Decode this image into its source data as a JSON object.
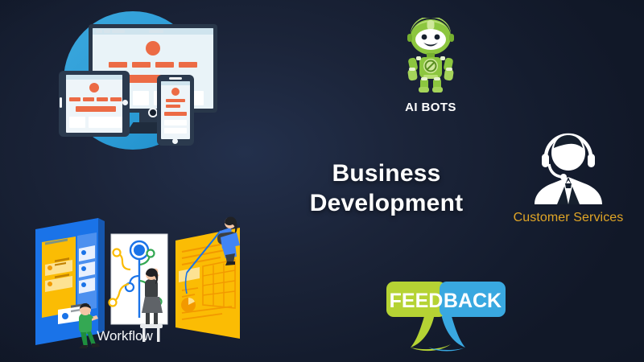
{
  "slide": {
    "background_color": "#1b2439",
    "title": {
      "line1": "Business",
      "line2": "Development",
      "color": "#ffffff"
    }
  },
  "nodes": [
    {
      "id": "responsive-devices",
      "label": "",
      "icon": "responsive-devices-icon",
      "accent_color": "#2f9ed8",
      "detail_color": "#ec6b45"
    },
    {
      "id": "ai-bots",
      "label": "AI BOTS",
      "icon": "robot-icon",
      "label_color": "#ffffff",
      "accent_color": "#8cc63f"
    },
    {
      "id": "customer-services",
      "label": "Customer Services",
      "icon": "headset-agent-icon",
      "label_color": "#e0a526",
      "accent_color": "#ffffff"
    },
    {
      "id": "workflow",
      "label": "Workflow",
      "icon": "workflow-boards-icon",
      "label_color": "#f4f6f8",
      "accent_color": "#1a73e8",
      "secondary_color": "#fbbc04"
    },
    {
      "id": "feedback",
      "label": "FEEDBACK",
      "icon": "speech-bubbles-icon",
      "parts": {
        "left": "FEED",
        "right": "BACK"
      },
      "left_color": "#b5d334",
      "right_color": "#39a8e0",
      "text_color": "#ffffff"
    }
  ]
}
